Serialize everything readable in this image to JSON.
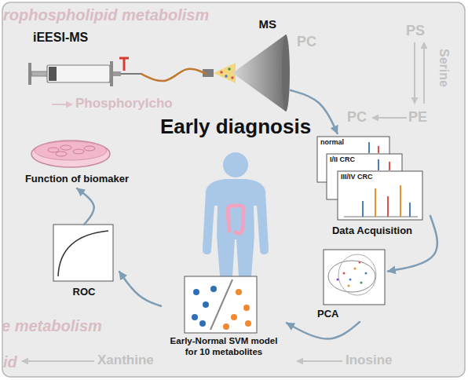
{
  "diagram": {
    "title": "Early diagnosis",
    "nodes": [
      {
        "text": [
          "iEESI-MS"
        ]
      },
      {
        "text": [
          "MS"
        ]
      },
      {
        "text": [
          "Data Acquisition"
        ]
      },
      {
        "text": [
          "normal"
        ],
        "in": 2
      },
      {
        "text": [
          "I/II CRC"
        ],
        "in": 2
      },
      {
        "text": [
          "III/IV CRC"
        ],
        "in": 2
      },
      {
        "text": [
          "PCA"
        ]
      },
      {
        "text": [
          "Early-Normal SVM model for 10 metabolites"
        ]
      },
      {
        "text": [
          "ROC"
        ]
      },
      {
        "text": [
          "Function of biomaker"
        ]
      }
    ],
    "edges": [
      {
        "from": 0,
        "to": 1,
        "arrow": "none"
      },
      {
        "from": 1,
        "to": 2,
        "arrow": "to"
      },
      {
        "from": 2,
        "to": 6,
        "arrow": "to"
      },
      {
        "from": 6,
        "to": 7,
        "arrow": "to"
      },
      {
        "from": 7,
        "to": 8,
        "arrow": "to"
      },
      {
        "from": 8,
        "to": 9,
        "arrow": "to"
      }
    ],
    "labels": [
      "rophospholipid metabolism",
      "PC",
      "PS",
      "Serine",
      "Phosphorylcho",
      "PC",
      "PE",
      "e metabolism",
      "id",
      "Xanthine",
      "Inosine"
    ]
  }
}
